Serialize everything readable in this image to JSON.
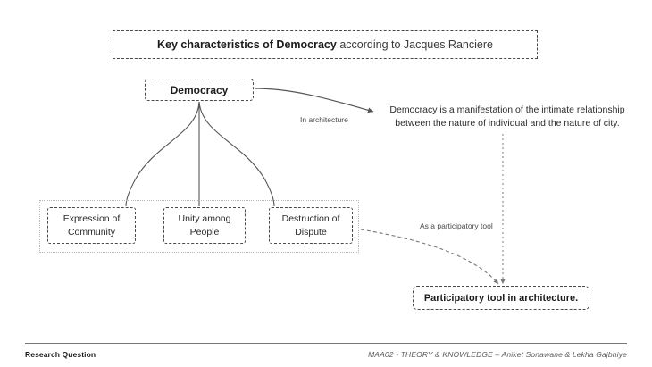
{
  "title": {
    "bold_part": "Key characteristics of  Democracy",
    "normal_part": " according to Jacques  Ranciere"
  },
  "nodes": {
    "root": {
      "label": "Democracy"
    },
    "characteristics": [
      {
        "label": "Expression of Community"
      },
      {
        "label": "Unity among People"
      },
      {
        "label": "Destruction of Dispute"
      }
    ],
    "statement": "Democracy is a manifestation of the intimate relationship between the nature of individual and the nature of city.",
    "participatory": {
      "label": "Participatory tool in architecture."
    }
  },
  "edge_labels": {
    "in_architecture": "In architecture",
    "participatory_tool": "As a participatory tool"
  },
  "footer": {
    "left": "Research Question",
    "right": "MAA02 - THEORY  &  KNOWLEDGE  –  Aniket Sonawane  &  Lekha  Gajbhiye"
  },
  "colors": {
    "stroke": "#555555",
    "border": "#4a4a4a",
    "group_border": "#b4b4b4",
    "text": "#2b2b2b",
    "background": "#ffffff"
  }
}
